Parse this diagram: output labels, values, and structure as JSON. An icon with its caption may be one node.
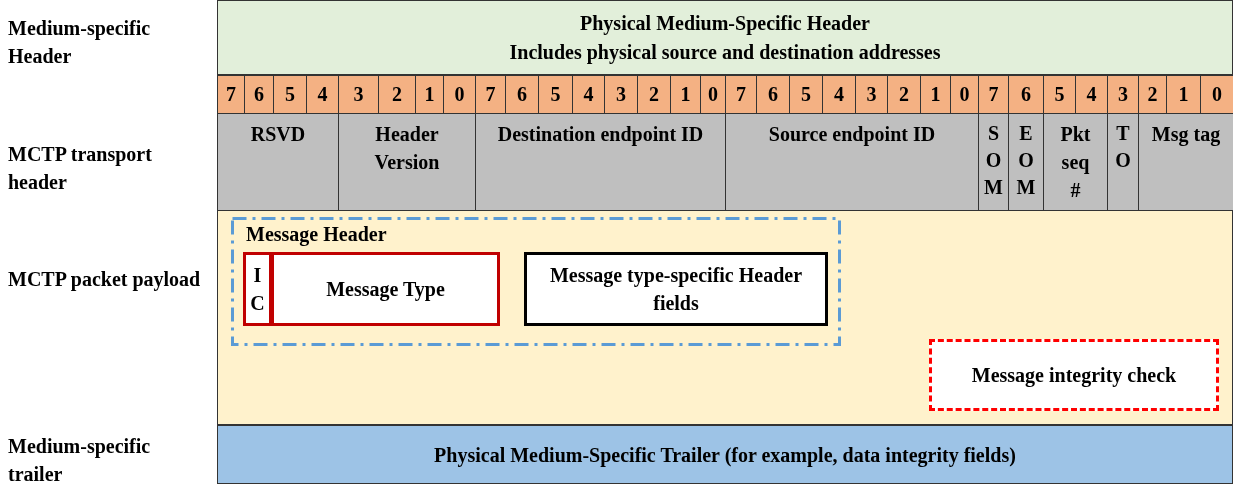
{
  "diagram": {
    "nodes": [
      {
        "text": [
          "Physical Medium-Specific Header",
          "Includes physical source and destination addresses"
        ]
      },
      {
        "text": [],
        "shape": "box"
      },
      {
        "text": [
          "Message Header"
        ],
        "in": 1
      },
      {
        "text": [
          "IC"
        ],
        "in": 2
      },
      {
        "text": [
          "Message Type"
        ],
        "in": 2
      },
      {
        "text": [
          "Message type-specific Header fields"
        ],
        "in": 2
      },
      {
        "text": [
          "Message integrity check"
        ],
        "in": 1
      },
      {
        "text": [
          "Physical Medium-Specific Trailer (for example, data integrity fields)"
        ]
      }
    ],
    "labels": [
      "Medium-specific Header",
      "7",
      "6",
      "5",
      "4",
      "3",
      "2",
      "1",
      "0",
      "7",
      "6",
      "5",
      "4",
      "3",
      "2",
      "1",
      "0",
      "7",
      "6",
      "5",
      "4",
      "3",
      "2",
      "1",
      "0",
      "7",
      "6",
      "5",
      "4",
      "3",
      "2",
      "1",
      "0",
      "MCTP transport header",
      "RSVD",
      "Header Version",
      "Destination endpoint ID",
      "Source endpoint ID",
      "SOM",
      "EOM",
      "Pkt seq #",
      "TO",
      "Msg tag",
      "MCTP packet payload",
      "Medium-specific trailer"
    ]
  }
}
